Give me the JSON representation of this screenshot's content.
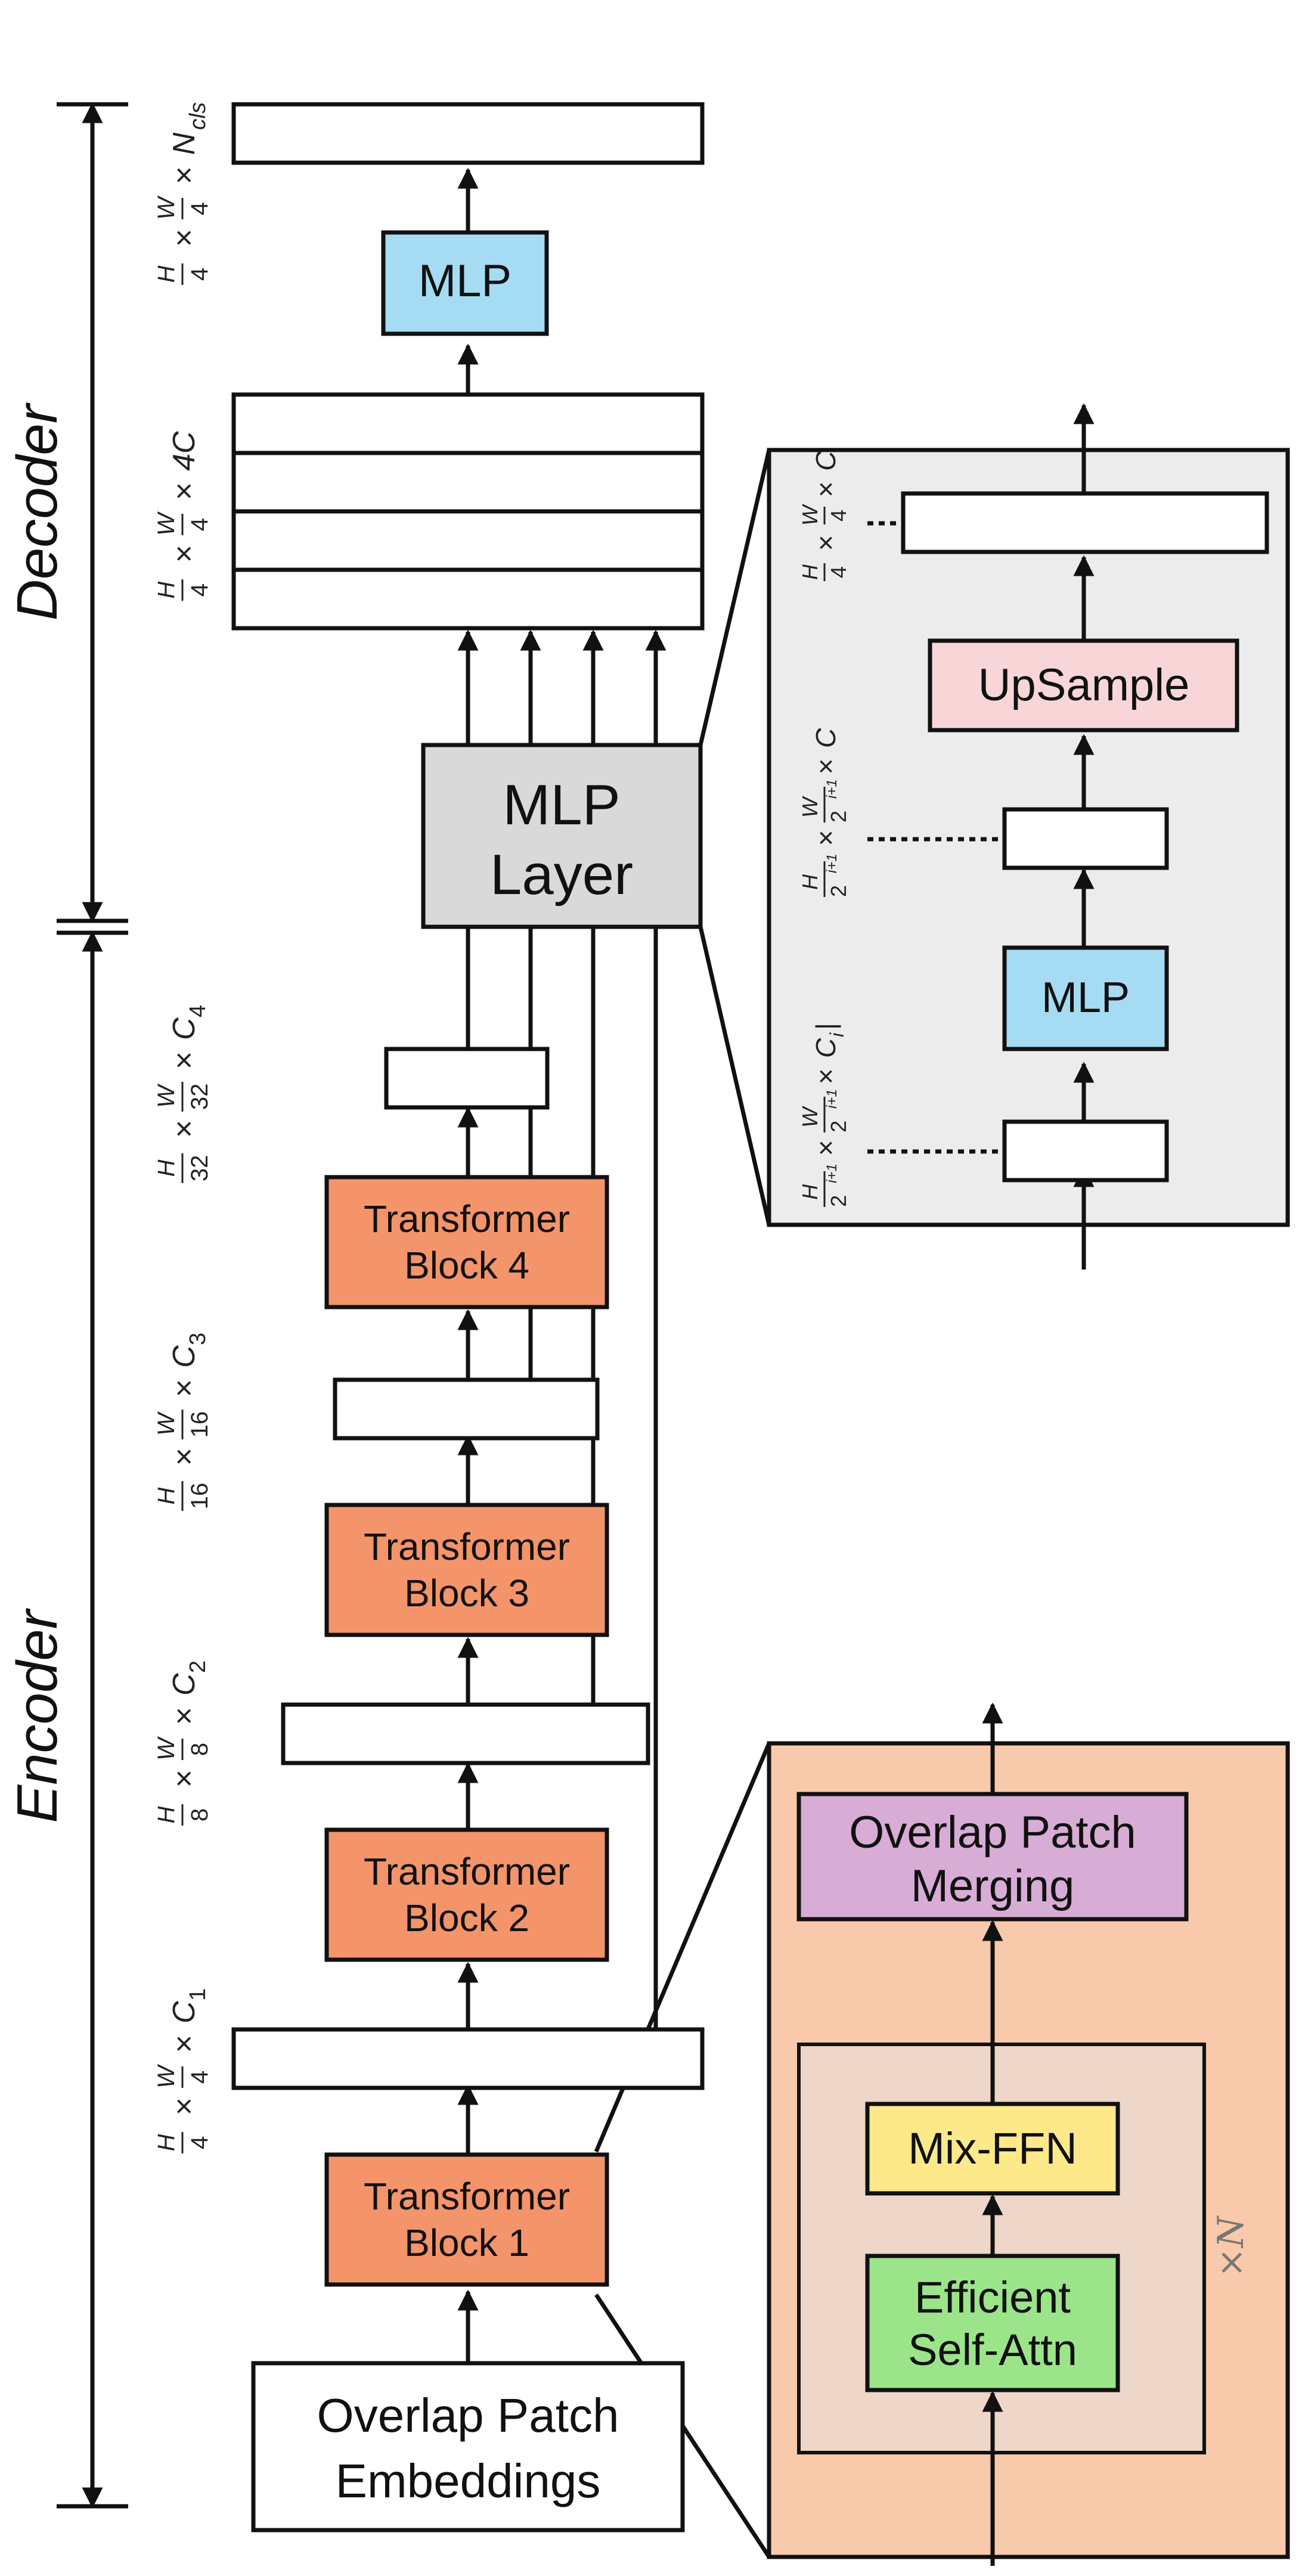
{
  "sections": {
    "decoder": "Decoder",
    "encoder": "Encoder"
  },
  "encoder": {
    "embeddings": [
      "Overlap Patch",
      "Embeddings"
    ],
    "block1": [
      "Transformer",
      "Block 1"
    ],
    "block2": [
      "Transformer",
      "Block 2"
    ],
    "block3": [
      "Transformer",
      "Block 3"
    ],
    "block4": [
      "Transformer",
      "Block 4"
    ],
    "feat1": {
      "h": "H",
      "hd": "4",
      "w": "W",
      "wd": "4",
      "c": "C",
      "ci": "1"
    },
    "feat2": {
      "h": "H",
      "hd": "8",
      "w": "W",
      "wd": "8",
      "c": "C",
      "ci": "2"
    },
    "feat3": {
      "h": "H",
      "hd": "16",
      "w": "W",
      "wd": "16",
      "c": "C",
      "ci": "3"
    },
    "feat4": {
      "h": "H",
      "hd": "32",
      "w": "W",
      "wd": "32",
      "c": "C",
      "ci": "4"
    }
  },
  "decoder": {
    "mlp_layer": [
      "MLP",
      "Layer"
    ],
    "mlp": "MLP",
    "concat": {
      "h": "H",
      "hd": "4",
      "w": "W",
      "wd": "4",
      "c": "4C"
    },
    "output": {
      "h": "H",
      "hd": "4",
      "w": "W",
      "wd": "4",
      "c": "N",
      "ci": "cls"
    }
  },
  "inset_decoder": {
    "mlp": "MLP",
    "upsample": "UpSample",
    "in_label": {
      "h": "H",
      "hd": "2",
      "w": "W",
      "wd": "2",
      "exp": "i+1",
      "c": "C",
      "ci": "i",
      "bar": "|"
    },
    "mid_label": {
      "h": "H",
      "hd": "2",
      "w": "W",
      "wd": "2",
      "exp": "i+1",
      "c": "C"
    },
    "out_label": {
      "h": "H",
      "hd": "4",
      "w": "W",
      "wd": "4",
      "c": "C"
    }
  },
  "inset_encoder": {
    "merging": [
      "Overlap Patch",
      "Merging"
    ],
    "mixffn": "Mix-FFN",
    "attn": [
      "Efficient",
      "Self-Attn"
    ],
    "repeat": "×N"
  },
  "colors": {
    "transformer": "#f4946a",
    "mlp_blue": "#a5dcf4",
    "mlp_layer_gray": "#d9d9d9",
    "upsample_pink": "#f8d6d8",
    "merging_purple": "#d7acd5",
    "mixffn_yellow": "#fde98a",
    "attn_green": "#9be48a",
    "inset_gray": "#ececec",
    "inset_orange": "#f9c9ab",
    "inset_inner": "#eed6c9"
  }
}
